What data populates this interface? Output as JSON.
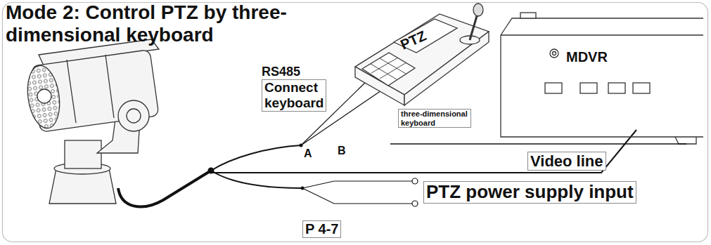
{
  "diagram": {
    "title": "Mode 2: Control PTZ by three-dimensional keyboard",
    "nodes": [
      {
        "text": [
          "PTZ"
        ]
      },
      {
        "text": [
          "MDVR"
        ]
      }
    ],
    "edges": [
      {
        "from": 0,
        "to": 1,
        "arrow": "none"
      }
    ],
    "labels": [
      "RS485",
      "Connect keyboard",
      "A",
      "B",
      "three-dimensional keyboard",
      "Video line",
      "PTZ power supply input",
      "P 4-7"
    ]
  }
}
